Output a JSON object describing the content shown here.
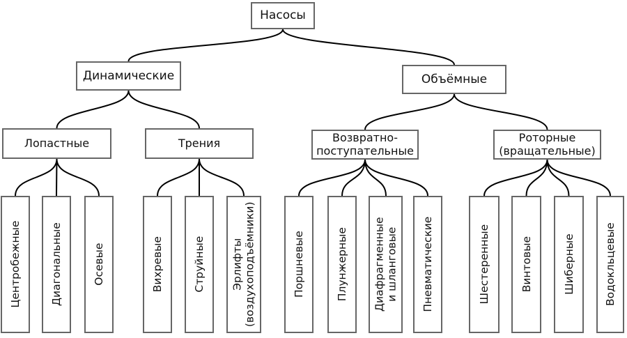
{
  "colors": {
    "background": "#ffffff",
    "box_border": "#666666",
    "connector": "#000000",
    "text": "#111111"
  },
  "tree": {
    "label": "Насосы",
    "children": [
      {
        "label": "Динамические",
        "children": [
          {
            "label": "Лопастные",
            "children": [
              {
                "label": "Центробежные"
              },
              {
                "label": "Диагональные"
              },
              {
                "label": "Осевые"
              }
            ]
          },
          {
            "label": "Трения",
            "children": [
              {
                "label": "Вихревые"
              },
              {
                "label": "Струйные"
              },
              {
                "label": "Эрлифты\n(воздухоподъёмники)"
              }
            ]
          }
        ]
      },
      {
        "label": "Объёмные",
        "children": [
          {
            "label": "Возвратно-\nпоступательные",
            "children": [
              {
                "label": "Поршневые"
              },
              {
                "label": "Плунжерные"
              },
              {
                "label": "Диафрагменные\nи шланговые"
              },
              {
                "label": "Пневматические"
              }
            ]
          },
          {
            "label": "Роторные\n(вращательные)",
            "children": [
              {
                "label": "Шестеренные"
              },
              {
                "label": "Винтовые"
              },
              {
                "label": "Шиберные"
              },
              {
                "label": "Водокльцевые"
              }
            ]
          }
        ]
      }
    ]
  }
}
